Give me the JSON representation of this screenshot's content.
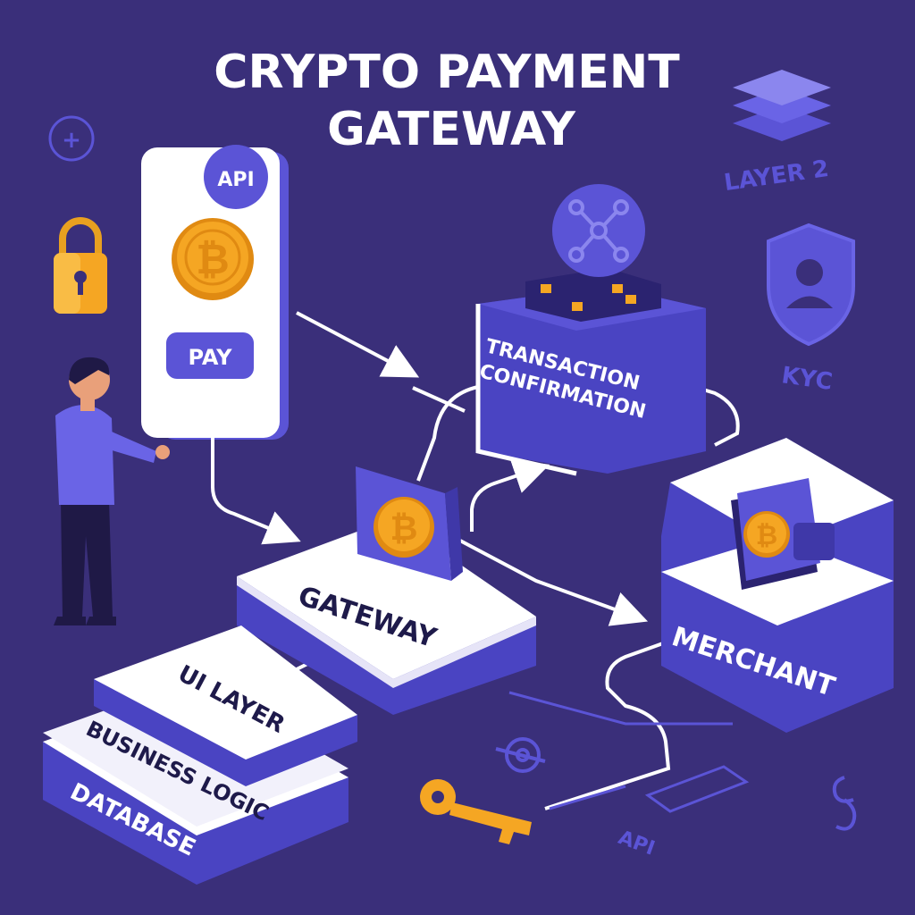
{
  "title": {
    "line1": "CRYPTO PAYMENT",
    "line2": "GATEWAY"
  },
  "api_card": {
    "badge": "API",
    "pay_button": "PAY",
    "coin_symbol": "₿"
  },
  "transaction_block": {
    "line1": "TRANSACTION",
    "line2": "CONFIRMATION"
  },
  "gateway_block": {
    "label": "GATEWAY",
    "coin_symbol": "₿"
  },
  "merchant_block": {
    "label": "MERCHANT",
    "coin_symbol": "₿"
  },
  "layer_stack": {
    "ui": "UI LAYER",
    "business": "BUSINESS LOGIC",
    "database": "DATABASE"
  },
  "side_icons": {
    "layer2": "LAYER 2",
    "kyc": "KYC",
    "api_tag": "API"
  },
  "icons": [
    "plus-coin-icon",
    "padlock-icon",
    "user-figure",
    "network-node-icon",
    "layers-icon",
    "shield-user-icon",
    "key-icon",
    "wallet-icon",
    "link-icon"
  ],
  "colors": {
    "background": "#3a2f7a",
    "block_side": "#4a44c2",
    "block_top": "#ffffff",
    "accent_purple": "#5b54d6",
    "coin": "#f5a623",
    "coin_dark": "#e08a12",
    "text_dark": "#1e1a4a",
    "arrow": "#ffffff"
  }
}
